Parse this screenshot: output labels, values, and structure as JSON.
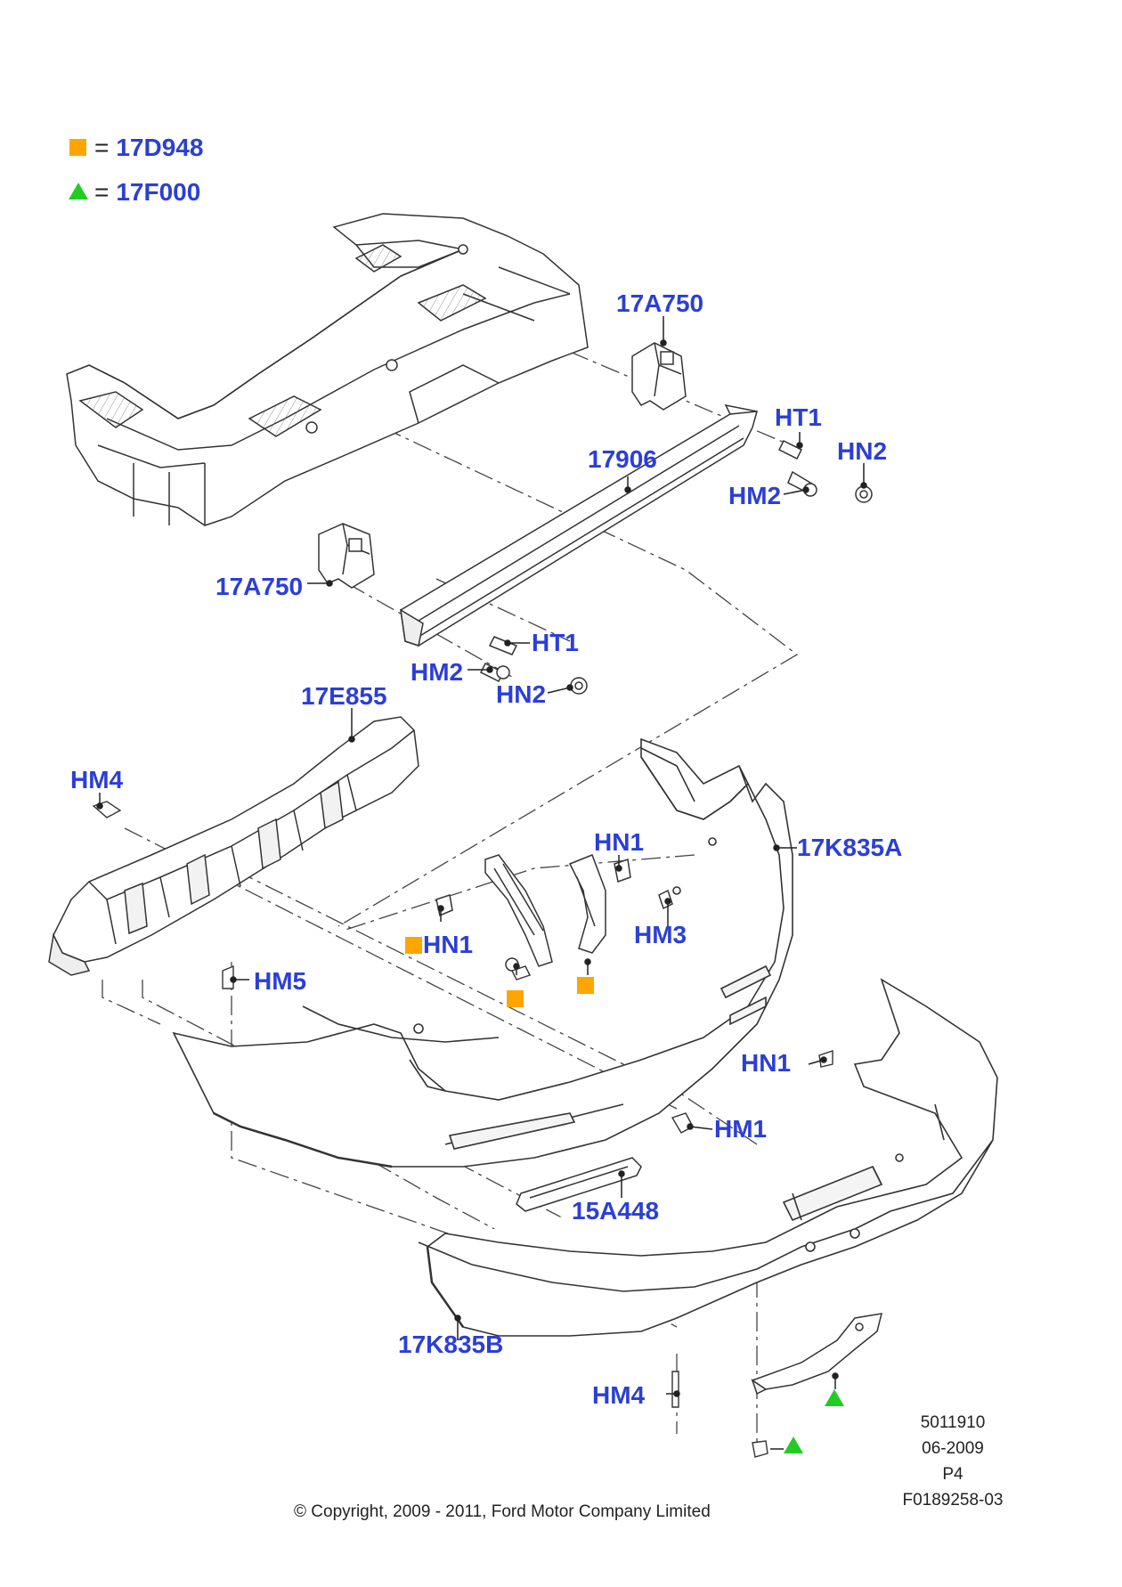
{
  "legend": {
    "equals": "=",
    "square_code": "17D948",
    "triangle_code": "17F000"
  },
  "labels": {
    "l_17A750_top": "17A750",
    "l_HT1_top": "HT1",
    "l_HN2_top": "HN2",
    "l_17906": "17906",
    "l_HM2_top": "HM2",
    "l_17A750_left": "17A750",
    "l_HT1_mid": "HT1",
    "l_HM2_mid": "HM2",
    "l_HN2_mid": "HN2",
    "l_17E855": "17E855",
    "l_HM4_top": "HM4",
    "l_HN1_upper": "HN1",
    "l_17K835A": "17K835A",
    "l_HN1_left": "HN1",
    "l_HM3": "HM3",
    "l_HM5": "HM5",
    "l_HN1_right": "HN1",
    "l_HM1": "HM1",
    "l_15A448": "15A448",
    "l_17K835B": "17K835B",
    "l_HM4_bottom": "HM4"
  },
  "meta": {
    "line1": "5011910",
    "line2": "06-2009",
    "line3": "P4",
    "line4": "F0189258-03"
  },
  "copyright": "© Copyright, 2009 - 2011, Ford Motor Company Limited",
  "colors": {
    "label_blue": "#2b3fd6",
    "square_orange": "#ffa500",
    "triangle_green": "#22cc22",
    "line": "#333333"
  }
}
